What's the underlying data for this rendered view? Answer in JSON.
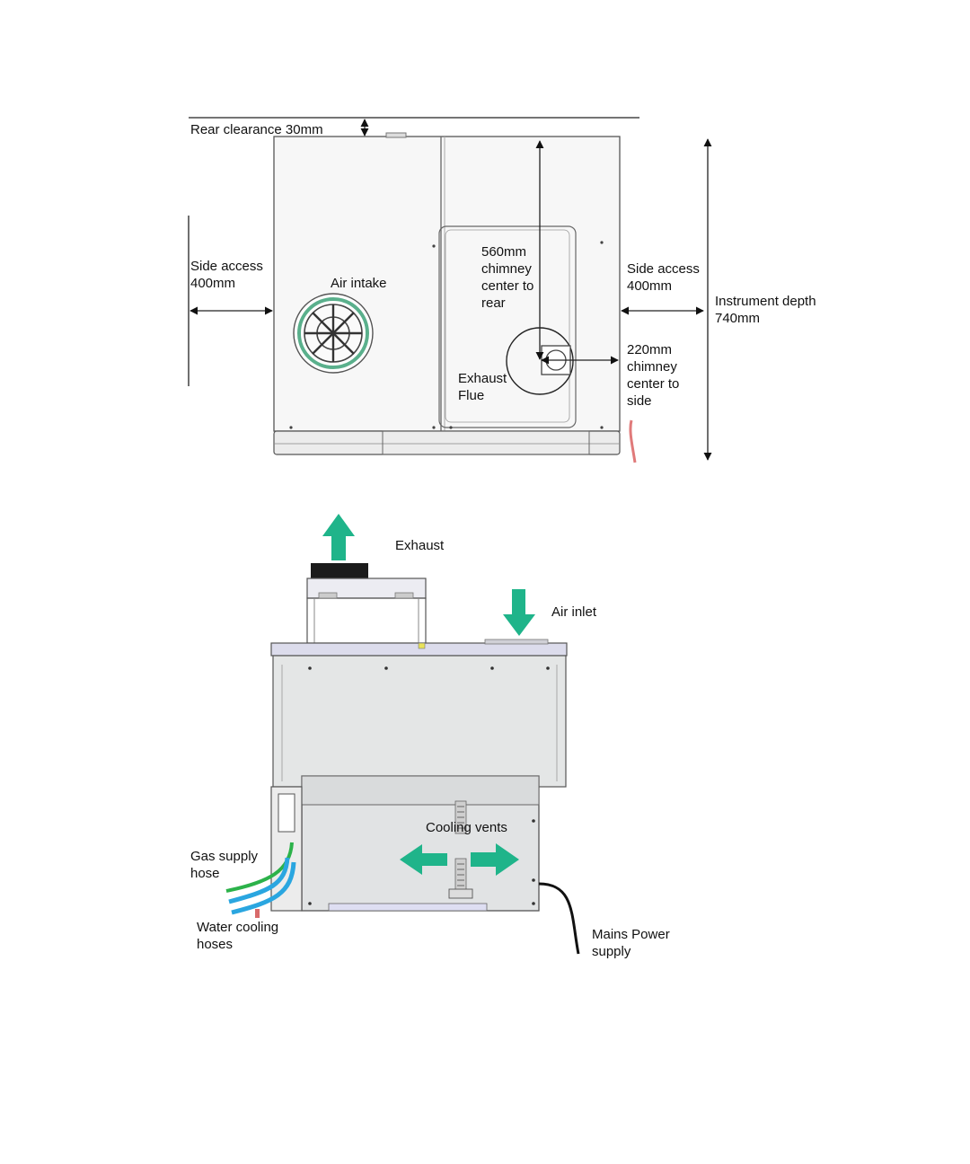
{
  "top_view": {
    "rear_clearance": "Rear clearance 30mm",
    "side_access_left": "Side access\n400mm",
    "air_intake": "Air intake",
    "chimney_rear": "560mm\nchimney\ncenter to\nrear",
    "side_access_right": "Side access\n400mm",
    "instrument_depth": "Instrument depth\n740mm",
    "chimney_side": "220mm\nchimney\ncenter to\nside",
    "exhaust_flue": "Exhaust\nFlue"
  },
  "side_view": {
    "exhaust": "Exhaust",
    "air_inlet": "Air inlet",
    "cooling_vents": "Cooling vents",
    "gas_supply": "Gas supply\nhose",
    "water_cooling": "Water cooling\nhoses",
    "mains_power": "Mains Power\nsupply"
  },
  "colors": {
    "arrow_green": "#1fb48a",
    "panel": "#e4e6e6",
    "outline": "#555555",
    "gas_hose": "#2cb24a",
    "water_hose": "#2aa6e0",
    "power_cable": "#111111",
    "outlet_hose": "#e07a7a"
  }
}
